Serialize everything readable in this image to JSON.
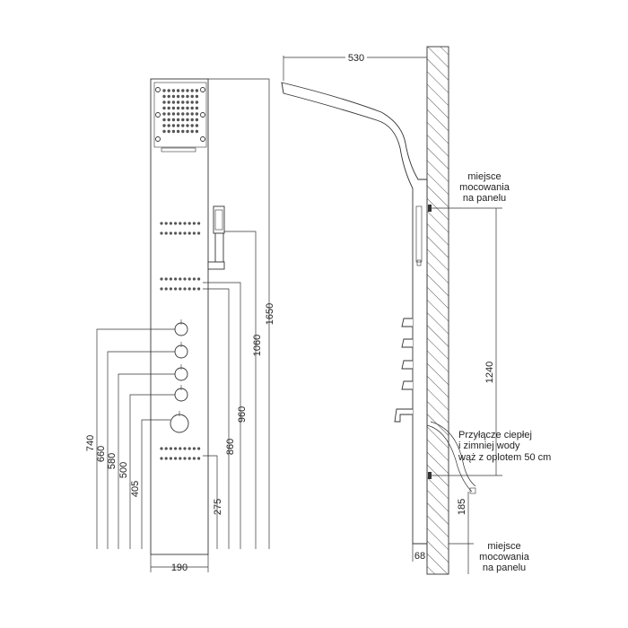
{
  "front_view": {
    "dimensions": {
      "width": "190",
      "total_height": "1650",
      "d1060": "1060",
      "d960": "960",
      "d860": "860",
      "d275": "275",
      "d740": "740",
      "d660": "660",
      "d580": "580",
      "d500": "500",
      "d405": "405"
    }
  },
  "side_view": {
    "dimensions": {
      "projection": "530",
      "mount_spacing": "1240",
      "pipe_height": "185",
      "depth": "68"
    },
    "notes": {
      "mount_top": [
        "miejsce",
        "mocowania",
        "na panelu"
      ],
      "pipes": [
        "Przyłącze ciepłej",
        "i zimniej wody",
        "wąż z oplotem 50 cm"
      ],
      "mount_bottom": [
        "miejsce",
        "mocowania",
        "na panelu"
      ]
    }
  },
  "colors": {
    "line": "#333333",
    "panel": "#ffffff",
    "hatch": "#555555"
  }
}
